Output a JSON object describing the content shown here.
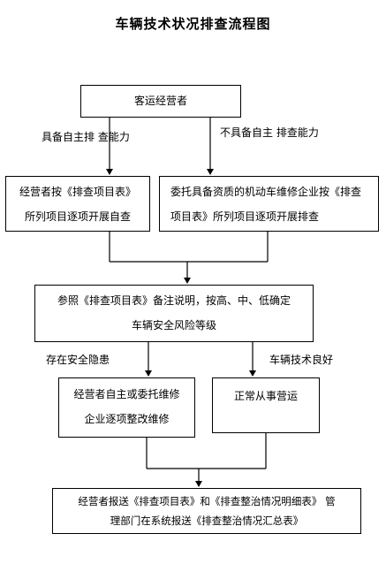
{
  "title": "车辆技术状况排查流程图",
  "nodes": {
    "operator": "客运经营者",
    "self_check": [
      "经营者按《排查项目表》",
      "所列项目逐项开展自查"
    ],
    "entrust_check": [
      "委托具备资质的机动车维修企业按《排查",
      "项目表》所列项目逐项开展排查"
    ],
    "risk_level": [
      "参照《排查项目表》备注说明，按高、中、低确定",
      "车辆安全风险等级"
    ],
    "repair": [
      "经营者自主或委托维修",
      "企业逐项整改维修"
    ],
    "normal_operation": "正常从事营运",
    "report": [
      "经营者报送《排查项目表》和《排查整治情况明细表》 管",
      "理部门在系统报送《排查整治情况汇总表》"
    ]
  },
  "edge_labels": {
    "capable": [
      "具备自主排",
      "查能力"
    ],
    "not_capable": [
      "不具备自主",
      "排查能力"
    ],
    "hazard": "存在安全隐患",
    "good": "车辆技术良好"
  }
}
